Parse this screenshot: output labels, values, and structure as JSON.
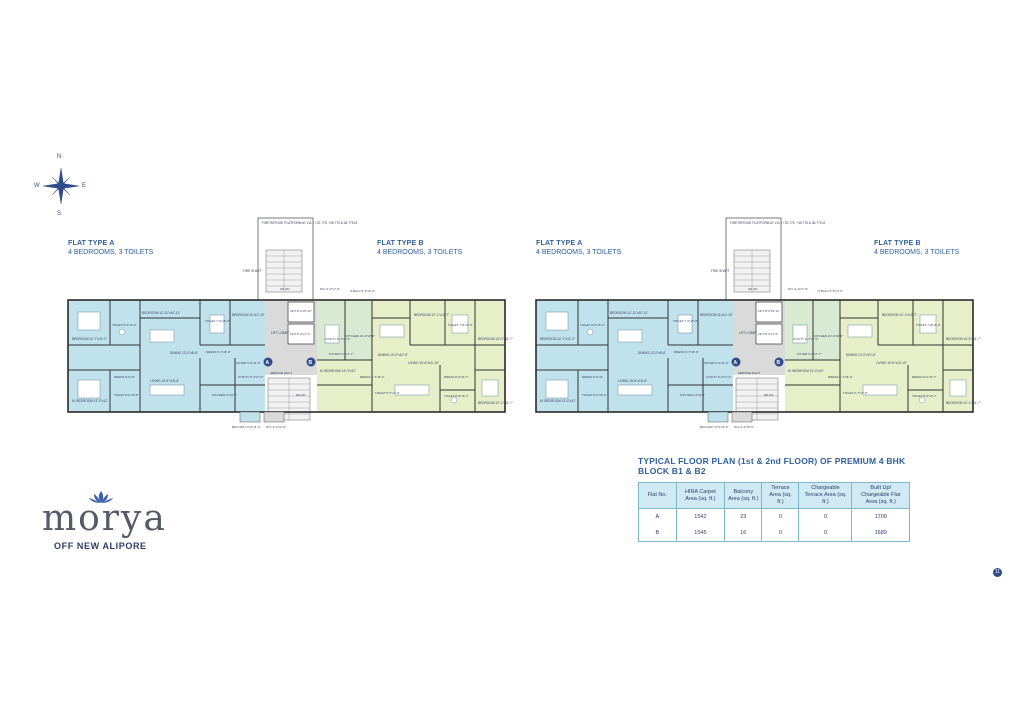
{
  "compass": {
    "n": "N",
    "s": "S",
    "e": "E",
    "w": "W"
  },
  "flat_labels": [
    {
      "title": "FLAT TYPE A",
      "sub": "4 BEDROOMS, 3 TOILETS"
    },
    {
      "title": "FLAT TYPE B",
      "sub": "4 BEDROOMS, 3 TOILETS"
    },
    {
      "title": "FLAT TYPE A",
      "sub": "4 BEDROOMS, 3 TOILETS"
    },
    {
      "title": "FLAT TYPE B",
      "sub": "4 BEDROOMS, 3 TOILETS"
    }
  ],
  "core": {
    "refuge": "FIRE REFUGE PLATFORM AT LVL1 +22.775, +35.775 & 48.775 M",
    "fire_shaft": "FIRE SHAFT",
    "lift_lobby": "LIFT LOBBY",
    "lift1": "LIFT 8'-3\"x5'-11\"",
    "lift2": "LIFT 5'-3\"x7'-0\"",
    "wc_top": "W.C 4'-0\"x7'-0\"",
    "sbalc": "S.BALC 5'-9\"x3'-0\"",
    "up_on": "UP ON",
    "dn_up": "DN UP",
    "service_duct": "SERVICE DUCT",
    "balcony": "BALCONY 5'-0\"x4'-3\"",
    "wc_bottom": "W.C 4'-0\"x3'-0\"",
    "marker_a": "A",
    "marker_b": "B"
  },
  "rooms_a": {
    "bedroom1": "BEDROOM 12'-7\"x11'-2\"",
    "toilet1": "TOILET 8'-0\"x6'-0\"",
    "bedroom2": "BEDROOM 12'-11\"x10'-11\"",
    "toilet2": "TOILET 7'-0\"x8'-0\"",
    "bedroom3": "BEDROOM 11'x10'-10\"",
    "dining": "DINING 13'-0\"x8'-6\"",
    "dress_top": "DRESS 5'-7\"x8'-0\"",
    "foyer": "FOYER 5'-0\"x6'-0\"",
    "dress": "DRESS 5'-0\"x6'",
    "living": "LIVING 15'-6\"x18'-6\"",
    "utility": "UTILITY 5'-0\"x7'-0\"",
    "mbedroom": "M. BEDROOM 13'-0\"x12'",
    "toilet3": "TOILET 8'-0\"x5'-6\"",
    "kitchen": "KITCHEN 11'x8'-0\""
  },
  "rooms_b": {
    "kitchen": "KITCHEN 10'-0\"x8'-0\"",
    "utility": "UTILITY 6'-7\"x7'-0\"",
    "foyer": "FOYER 5'-0\"x7'-7\"",
    "mbedroom": "M. BEDROOM 13'-0\"x12'",
    "dress": "DRESS 5'-7\"x8'-2\"",
    "toilet1": "TOILET 5'-7\"x7'-0\"",
    "dining": "DINING 10'-0\"x10'-6\"",
    "living": "LIVING 15'-6\"x15'-10\"",
    "bedroom1": "BEDROOM 12'-1\"x12'-7\"",
    "toilet2": "TOILET 7'-8\"x6'-0\"",
    "bedroom2": "BEDROOM 13'-0\"x11'-7\"",
    "dress2": "DRESS 8'-0\"x6'-7\"",
    "toilet3": "TOILET 8'-0\"x6'-7\"",
    "bedroom3": "BEDROOM 12'-1\"x11'-7\""
  },
  "table": {
    "title_line1": "TYPICAL FLOOR PLAN (1st & 2nd FLOOR) OF PREMIUM 4 BHK",
    "title_line2": "BLOCK B1 & B2",
    "headers": [
      "Flat No.",
      "HIRA Carpet Area (sq. ft.)",
      "Balcony Area (sq. ft.)",
      "Terrace Area (sq. ft.)",
      "Chargeable Terrace Area (sq. ft.)",
      "Built Up/ Chargeable Flat Area (sq. ft.)"
    ],
    "rows": [
      [
        "A",
        "1542",
        "23",
        "0",
        "0",
        "1700"
      ],
      [
        "B",
        "1545",
        "16",
        "0",
        "0",
        "1689"
      ]
    ]
  },
  "brand": {
    "name": "morya",
    "tagline": "OFF NEW ALIPORE"
  },
  "page_number": "11",
  "colors": {
    "flat_a": "#bfe2ec",
    "flat_b": "#e6efc7",
    "core": "#dadada",
    "text": "#2f5f9e",
    "brand_lotus": "#3c5fa8"
  }
}
